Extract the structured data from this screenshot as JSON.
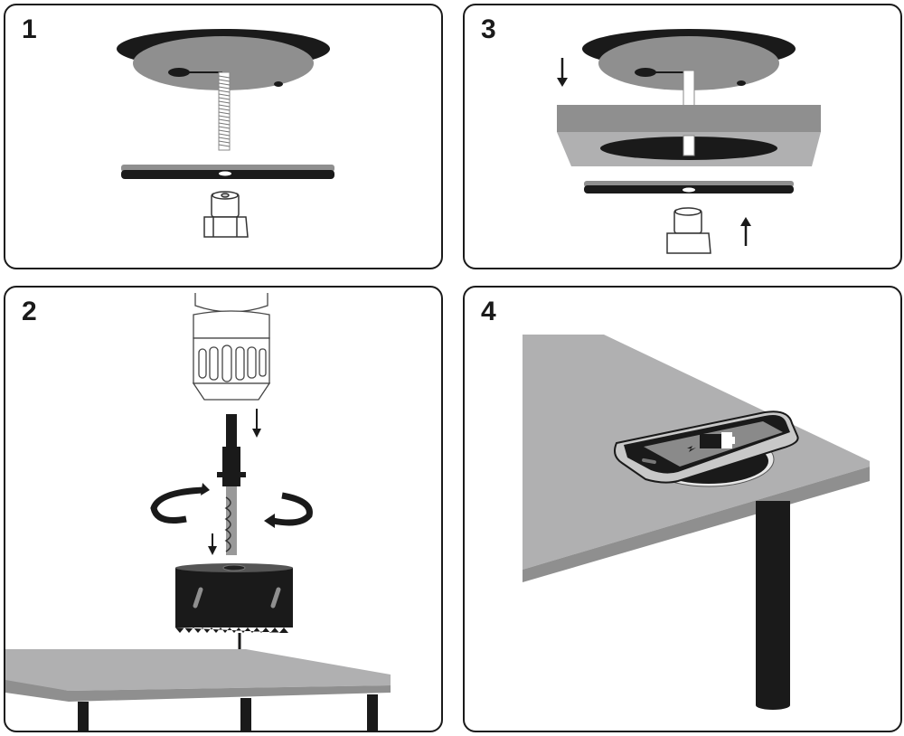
{
  "figure": {
    "type": "assembly-instructions",
    "subject": "in-desk wireless phone charger installation",
    "colors": {
      "dark": "#1a1a1a",
      "mid_gray": "#8f8f8f",
      "light_gray": "#b0b0b1",
      "white": "#ffffff"
    }
  },
  "panels": [
    {
      "step": "1",
      "position": "top-left",
      "content": [
        "charger-puck-with-threaded-rod",
        "mounting-bar",
        "knurled-nut"
      ]
    },
    {
      "step": "2",
      "position": "bottom-left",
      "content": [
        "drill-chuck",
        "hole-saw-arbor",
        "rotation-arrows",
        "hole-saw",
        "tabletop"
      ]
    },
    {
      "step": "3",
      "position": "top-right",
      "content": [
        "charger-puck",
        "tabletop-section-with-hole",
        "mounting-bar",
        "knurled-nut",
        "down-arrow",
        "up-arrow"
      ]
    },
    {
      "step": "4",
      "position": "bottom-right",
      "content": [
        "tabletop-corner",
        "phone-on-charger",
        "battery-charging-icon",
        "table-leg"
      ]
    }
  ]
}
